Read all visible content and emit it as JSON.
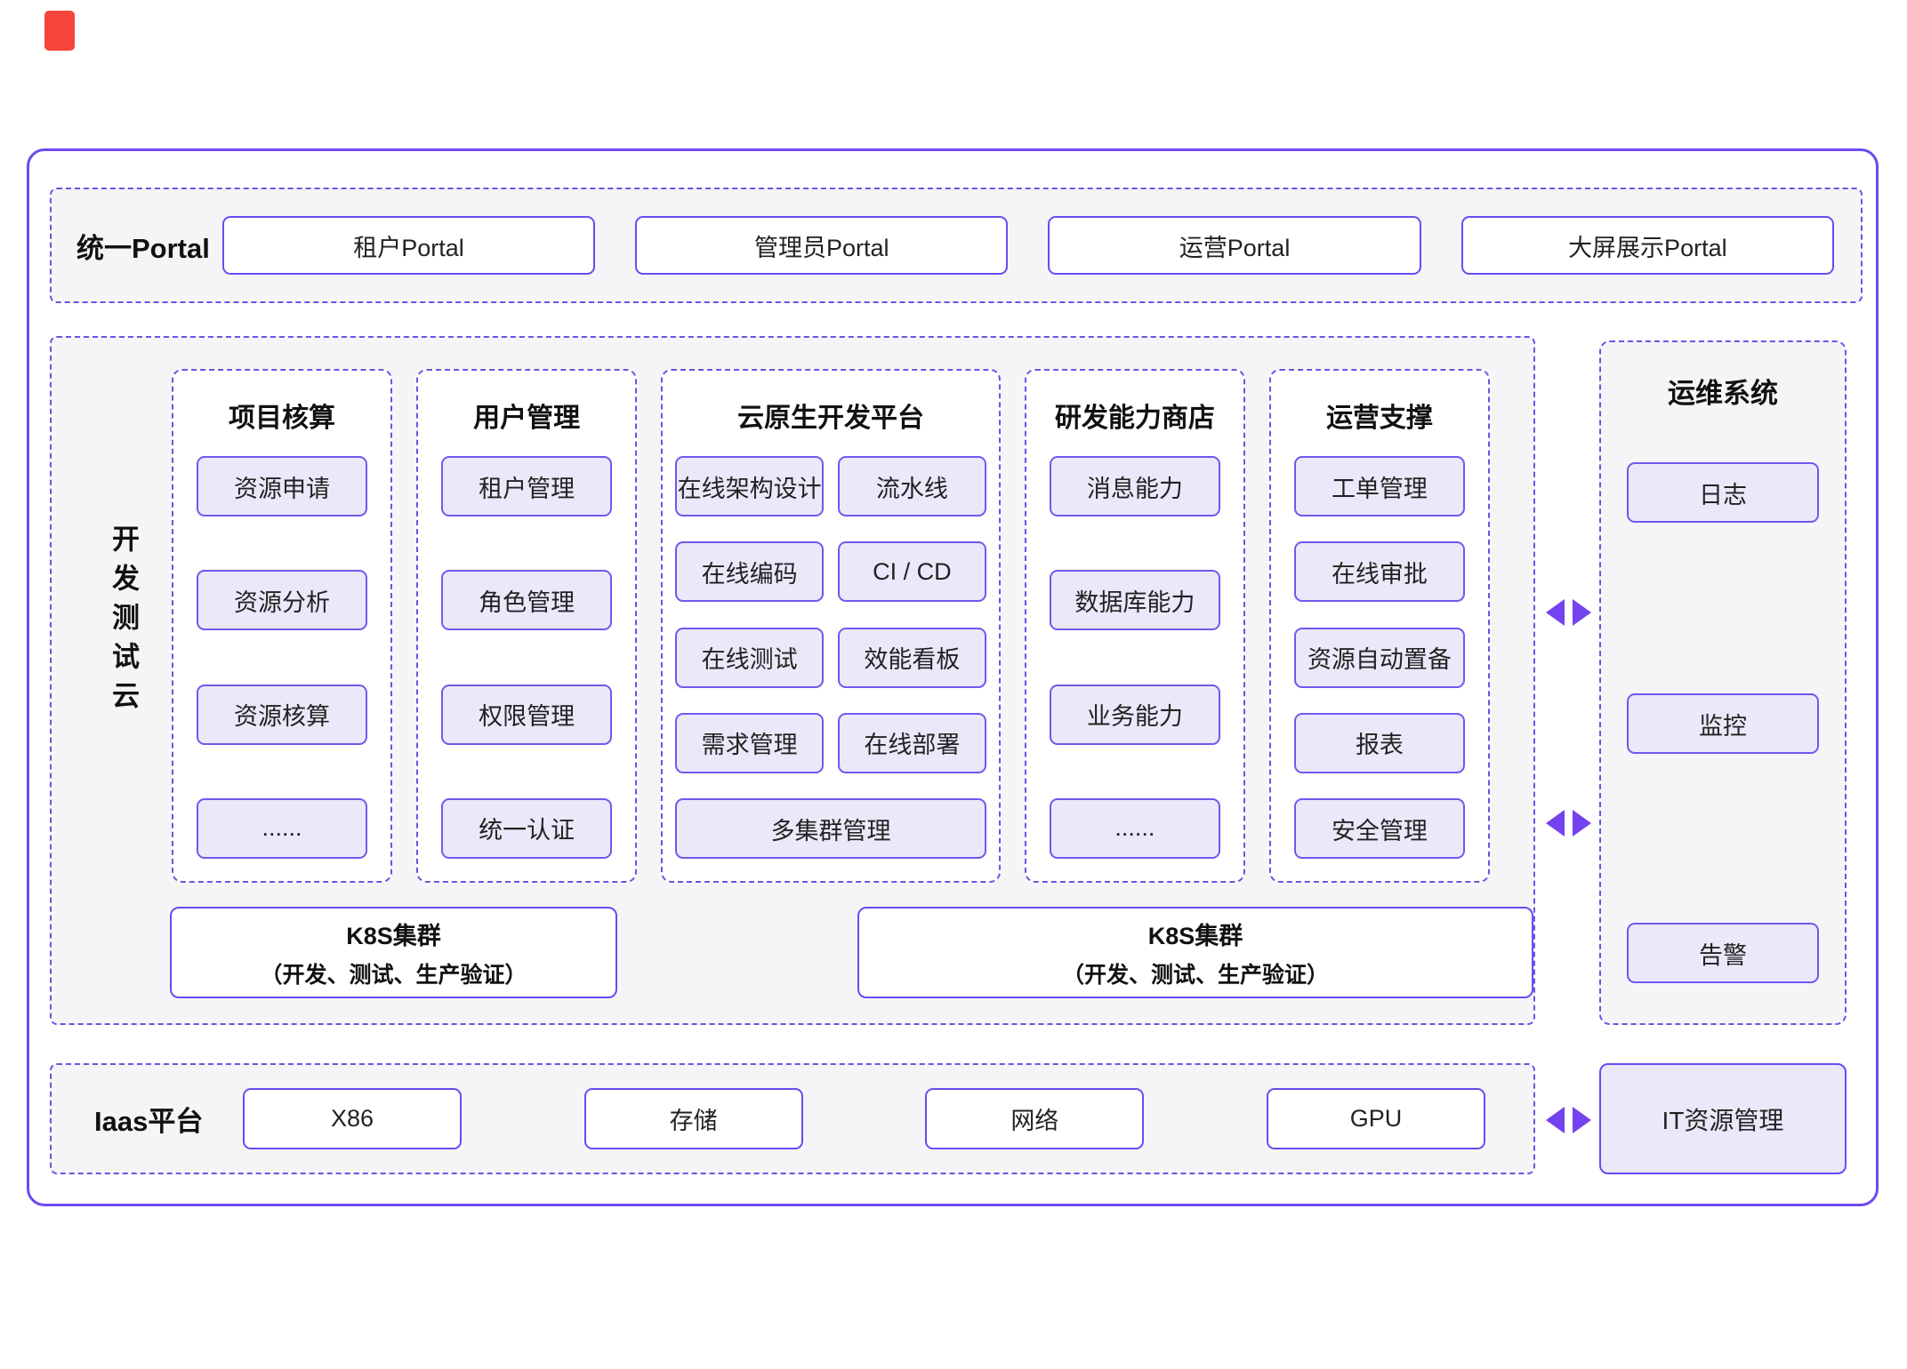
{
  "colors": {
    "accent_purple": "#6d49f2",
    "dashed_purple": "#6457e3",
    "chip_fill": "#ebe8fa",
    "band_background": "#f5f5f8",
    "arrow_purple": "#7442ee",
    "red_marker": "#f5453c"
  },
  "portal": {
    "title": "统一Portal",
    "items": [
      "租户Portal",
      "管理员Portal",
      "运营Portal",
      "大屏展示Portal"
    ]
  },
  "dev_cloud": {
    "label": "开发测试云",
    "columns": [
      {
        "title": "项目核算",
        "items": [
          "资源申请",
          "资源分析",
          "资源核算",
          "......"
        ]
      },
      {
        "title": "用户管理",
        "items": [
          "租户管理",
          "角色管理",
          "权限管理",
          "统一认证"
        ]
      },
      {
        "title": "云原生开发平台",
        "pairs": [
          [
            "在线架构设计",
            "流水线"
          ],
          [
            "在线编码",
            "CI / CD"
          ],
          [
            "在线测试",
            "效能看板"
          ],
          [
            "需求管理",
            "在线部署"
          ]
        ],
        "full_width_item": "多集群管理"
      },
      {
        "title": "研发能力商店",
        "items": [
          "消息能力",
          "数据库能力",
          "业务能力",
          "......"
        ]
      },
      {
        "title": "运营支撑",
        "items": [
          "工单管理",
          "在线审批",
          "资源自动置备",
          "报表",
          "安全管理"
        ]
      }
    ],
    "k8s_clusters": [
      {
        "title": "K8S集群",
        "subtitle": "（开发、测试、生产验证）"
      },
      {
        "title": "K8S集群",
        "subtitle": "（开发、测试、生产验证）"
      }
    ]
  },
  "ops_system": {
    "title": "运维系统",
    "items": [
      "日志",
      "监控",
      "告警"
    ]
  },
  "iaas": {
    "label": "Iaas平台",
    "items": [
      "X86",
      "存储",
      "网络",
      "GPU"
    ]
  },
  "it_resource": {
    "label": "IT资源管理"
  }
}
